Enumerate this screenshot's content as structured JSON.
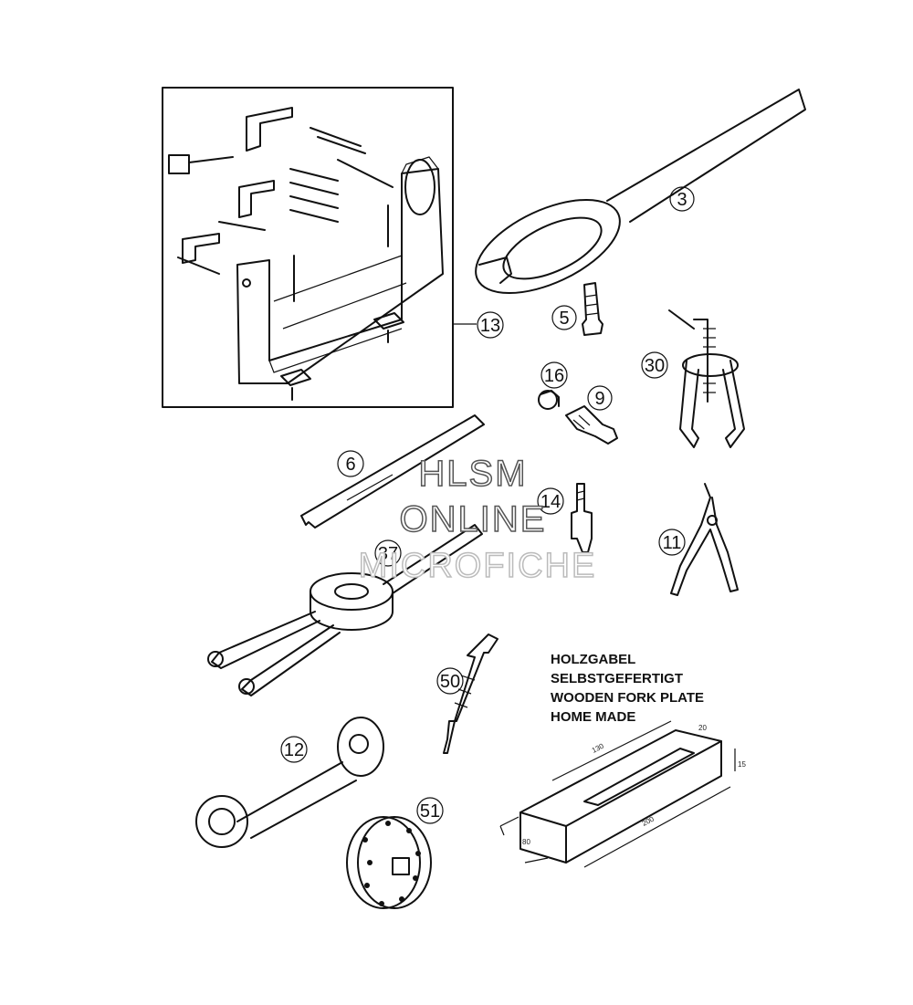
{
  "callouts": {
    "c3": "3",
    "c13": "13",
    "c5": "5",
    "c30": "30",
    "c16": "16",
    "c9": "9",
    "c6": "6",
    "c14": "14",
    "c11": "11",
    "c37": "37",
    "c50": "50",
    "c12": "12",
    "c51": "51"
  },
  "watermark": {
    "line1": "HLSM",
    "line2": "ONLINE",
    "line3": "MICROFICHE"
  },
  "note": {
    "line1": "HOLZGABEL",
    "line2": "SELBSTGEFERTIGT",
    "line3": "WOODEN FORK PLATE",
    "line4": "HOME MADE"
  },
  "dimensions": {
    "d130": "130",
    "d20a": "20",
    "d15": "15",
    "d200": "200",
    "d80": "80"
  },
  "colors": {
    "line": "#111111",
    "background": "#ffffff",
    "watermark_outline": "#555555"
  }
}
